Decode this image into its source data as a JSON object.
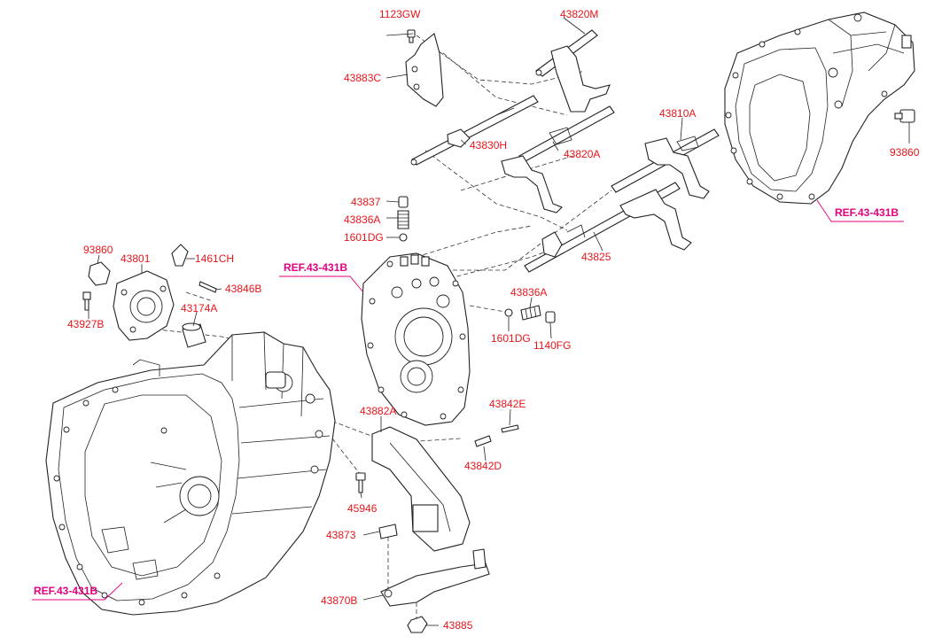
{
  "labels": {
    "p1123GW": "1123GW",
    "p43820M": "43820M",
    "p43883C": "43883C",
    "p43830H": "43830H",
    "p43820A": "43820A",
    "p43810A": "43810A",
    "p93860_right": "93860",
    "p43837": "43837",
    "p43836A_top": "43836A",
    "p1601DG_top": "1601DG",
    "p93860_left": "93860",
    "p43801": "43801",
    "p1461CH": "1461CH",
    "p43846B": "43846B",
    "p43927B": "43927B",
    "p43174A": "43174A",
    "p43825": "43825",
    "p43836A_mid": "43836A",
    "p1601DG_mid": "1601DG",
    "p1140FG": "1140FG",
    "p43882A": "43882A",
    "p43842E": "43842E",
    "p43842D": "43842D",
    "p45946": "45946",
    "p43873": "43873",
    "p43870B": "43870B",
    "p43885": "43885"
  },
  "refs": {
    "ref_right": "REF.43-431B",
    "ref_center": "REF.43-431B",
    "ref_bottom": "REF.43-431B"
  },
  "colors": {
    "part_label": "#e8151b",
    "reference_label": "#e4007f",
    "line_art": "#222222",
    "background": "#ffffff"
  }
}
